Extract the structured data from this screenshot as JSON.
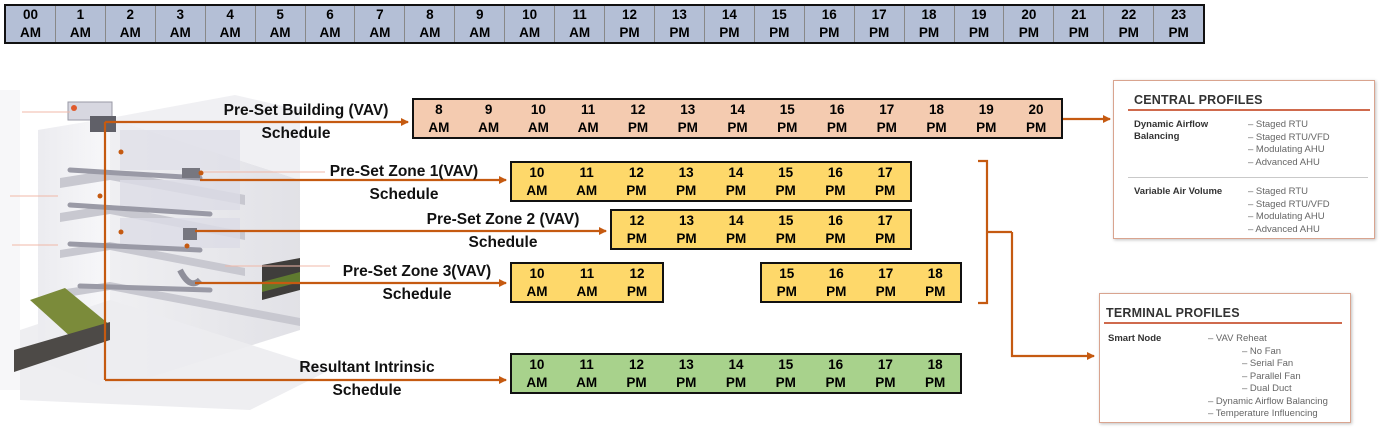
{
  "top_timeline": [
    {
      "h": "00",
      "p": "AM"
    },
    {
      "h": "1",
      "p": "AM"
    },
    {
      "h": "2",
      "p": "AM"
    },
    {
      "h": "3",
      "p": "AM"
    },
    {
      "h": "4",
      "p": "AM"
    },
    {
      "h": "5",
      "p": "AM"
    },
    {
      "h": "6",
      "p": "AM"
    },
    {
      "h": "7",
      "p": "AM"
    },
    {
      "h": "8",
      "p": "AM"
    },
    {
      "h": "9",
      "p": "AM"
    },
    {
      "h": "10",
      "p": "AM"
    },
    {
      "h": "11",
      "p": "AM"
    },
    {
      "h": "12",
      "p": "PM"
    },
    {
      "h": "13",
      "p": "PM"
    },
    {
      "h": "14",
      "p": "PM"
    },
    {
      "h": "15",
      "p": "PM"
    },
    {
      "h": "16",
      "p": "PM"
    },
    {
      "h": "17",
      "p": "PM"
    },
    {
      "h": "18",
      "p": "PM"
    },
    {
      "h": "19",
      "p": "PM"
    },
    {
      "h": "20",
      "p": "PM"
    },
    {
      "h": "21",
      "p": "PM"
    },
    {
      "h": "22",
      "p": "PM"
    },
    {
      "h": "23",
      "p": "PM"
    }
  ],
  "building": {
    "line1": "Pre-Set Building (VAV)",
    "line2": "Schedule",
    "hours": [
      {
        "h": "8",
        "p": "AM"
      },
      {
        "h": "9",
        "p": "AM"
      },
      {
        "h": "10",
        "p": "AM"
      },
      {
        "h": "11",
        "p": "AM"
      },
      {
        "h": "12",
        "p": "PM"
      },
      {
        "h": "13",
        "p": "PM"
      },
      {
        "h": "14",
        "p": "PM"
      },
      {
        "h": "15",
        "p": "PM"
      },
      {
        "h": "16",
        "p": "PM"
      },
      {
        "h": "17",
        "p": "PM"
      },
      {
        "h": "18",
        "p": "PM"
      },
      {
        "h": "19",
        "p": "PM"
      },
      {
        "h": "20",
        "p": "PM"
      }
    ]
  },
  "zone1": {
    "line1": "Pre-Set Zone 1(VAV)",
    "line2": "Schedule",
    "hours": [
      {
        "h": "10",
        "p": "AM"
      },
      {
        "h": "11",
        "p": "AM"
      },
      {
        "h": "12",
        "p": "PM"
      },
      {
        "h": "13",
        "p": "PM"
      },
      {
        "h": "14",
        "p": "PM"
      },
      {
        "h": "15",
        "p": "PM"
      },
      {
        "h": "16",
        "p": "PM"
      },
      {
        "h": "17",
        "p": "PM"
      }
    ]
  },
  "zone2": {
    "line1": "Pre-Set Zone 2 (VAV)",
    "line2": "Schedule",
    "hours": [
      {
        "h": "12",
        "p": "PM"
      },
      {
        "h": "13",
        "p": "PM"
      },
      {
        "h": "14",
        "p": "PM"
      },
      {
        "h": "15",
        "p": "PM"
      },
      {
        "h": "16",
        "p": "PM"
      },
      {
        "h": "17",
        "p": "PM"
      }
    ]
  },
  "zone3": {
    "line1": "Pre-Set Zone 3(VAV)",
    "line2": "Schedule",
    "hours_a": [
      {
        "h": "10",
        "p": "AM"
      },
      {
        "h": "11",
        "p": "AM"
      },
      {
        "h": "12",
        "p": "PM"
      }
    ],
    "hours_b": [
      {
        "h": "15",
        "p": "PM"
      },
      {
        "h": "16",
        "p": "PM"
      },
      {
        "h": "17",
        "p": "PM"
      },
      {
        "h": "18",
        "p": "PM"
      }
    ]
  },
  "resultant": {
    "line1": "Resultant Intrinsic",
    "line2": "Schedule",
    "hours": [
      {
        "h": "10",
        "p": "AM"
      },
      {
        "h": "11",
        "p": "AM"
      },
      {
        "h": "12",
        "p": "PM"
      },
      {
        "h": "13",
        "p": "PM"
      },
      {
        "h": "14",
        "p": "PM"
      },
      {
        "h": "15",
        "p": "PM"
      },
      {
        "h": "16",
        "p": "PM"
      },
      {
        "h": "17",
        "p": "PM"
      },
      {
        "h": "18",
        "p": "PM"
      }
    ]
  },
  "central_profiles": {
    "title": "CENTRAL PROFILES",
    "group1_line1": "Dynamic Airflow",
    "group1_line2": "Balancing",
    "group1_items": [
      "–  Staged RTU",
      "–  Staged RTU/VFD",
      "–  Modulating AHU",
      "–  Advanced AHU"
    ],
    "group2_label": "Variable Air Volume",
    "group2_items": [
      "–  Staged RTU",
      "–  Staged RTU/VFD",
      "–  Modulating AHU",
      "–  Advanced AHU"
    ]
  },
  "terminal_profiles": {
    "title": "TERMINAL PROFILES",
    "label": "Smart Node",
    "item_main": "–  VAV Reheat",
    "subitems": [
      "–  No Fan",
      "–  Serial Fan",
      "–  Parallel Fan",
      "–  Dual Duct"
    ],
    "item2": "–  Dynamic Airflow Balancing",
    "item3": "–  Temperature Influencing"
  },
  "colors": {
    "timeline_bg": "#b4bfd6",
    "building_bg": "#f4cbb0",
    "zone_bg": "#fed86a",
    "resultant_bg": "#a8d28c",
    "arrow": "#c55a11"
  }
}
